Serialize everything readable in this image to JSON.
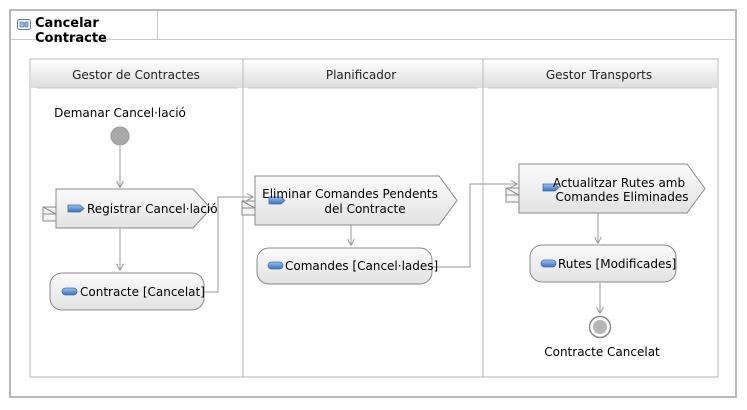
{
  "tab": {
    "title": "Cancelar Contracte",
    "icon": "activity-diagram-icon"
  },
  "lanes": [
    {
      "title": "Gestor de Contractes"
    },
    {
      "title": "Planificador"
    },
    {
      "title": "Gestor Transports"
    }
  ],
  "initial": {
    "label": "Demanar Cancel·lació"
  },
  "actions": {
    "registrar": {
      "label": "Registrar Cancel·lació"
    },
    "eliminar": {
      "line1": "Eliminar Comandes Pendents",
      "line2": "del Contracte"
    },
    "actualitzar": {
      "line1": "Actualitzar Rutes amb",
      "line2": "Comandes Eliminades"
    }
  },
  "objects": {
    "contracte": {
      "label": "Contracte [Cancelat]"
    },
    "comandes": {
      "label": "Comandes [Cancel·lades]"
    },
    "rutes": {
      "label": "Rutes [Modificades]"
    }
  },
  "final": {
    "label": "Contracte Cancelat"
  },
  "colors": {
    "lane_header": "#e6e6e6",
    "node_fill": "#ededed",
    "node_stroke": "#8a8a8a",
    "initial_node": "#a9a9a9",
    "pin_icon": "#4f7fbf"
  }
}
